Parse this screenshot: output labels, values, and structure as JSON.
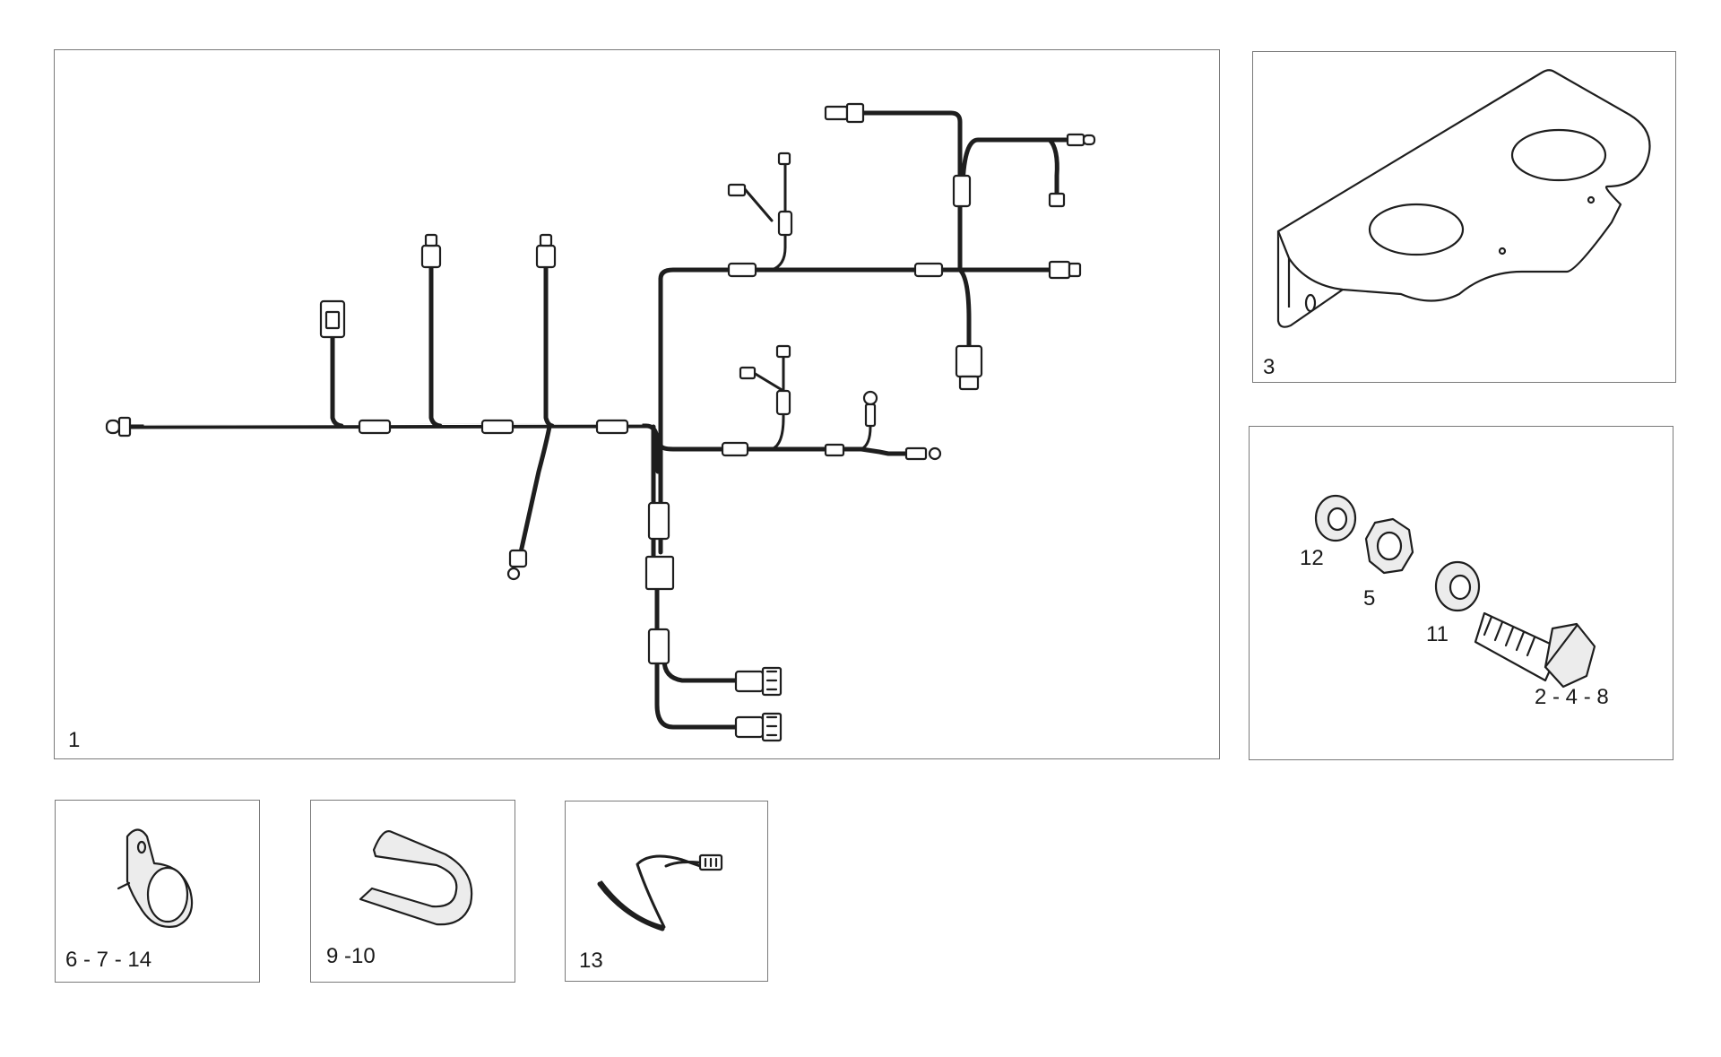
{
  "panels": {
    "harness": {
      "label": "1"
    },
    "bracket": {
      "label": "3"
    },
    "hardware": {
      "label_washer_12": "12",
      "label_nut_5": "5",
      "label_washer_11": "11",
      "label_bolt": "2 - 4 - 8"
    },
    "clamp": {
      "label": "6 - 7 - 14"
    },
    "strap": {
      "label": "9 -10"
    },
    "cable": {
      "label": "13"
    }
  }
}
